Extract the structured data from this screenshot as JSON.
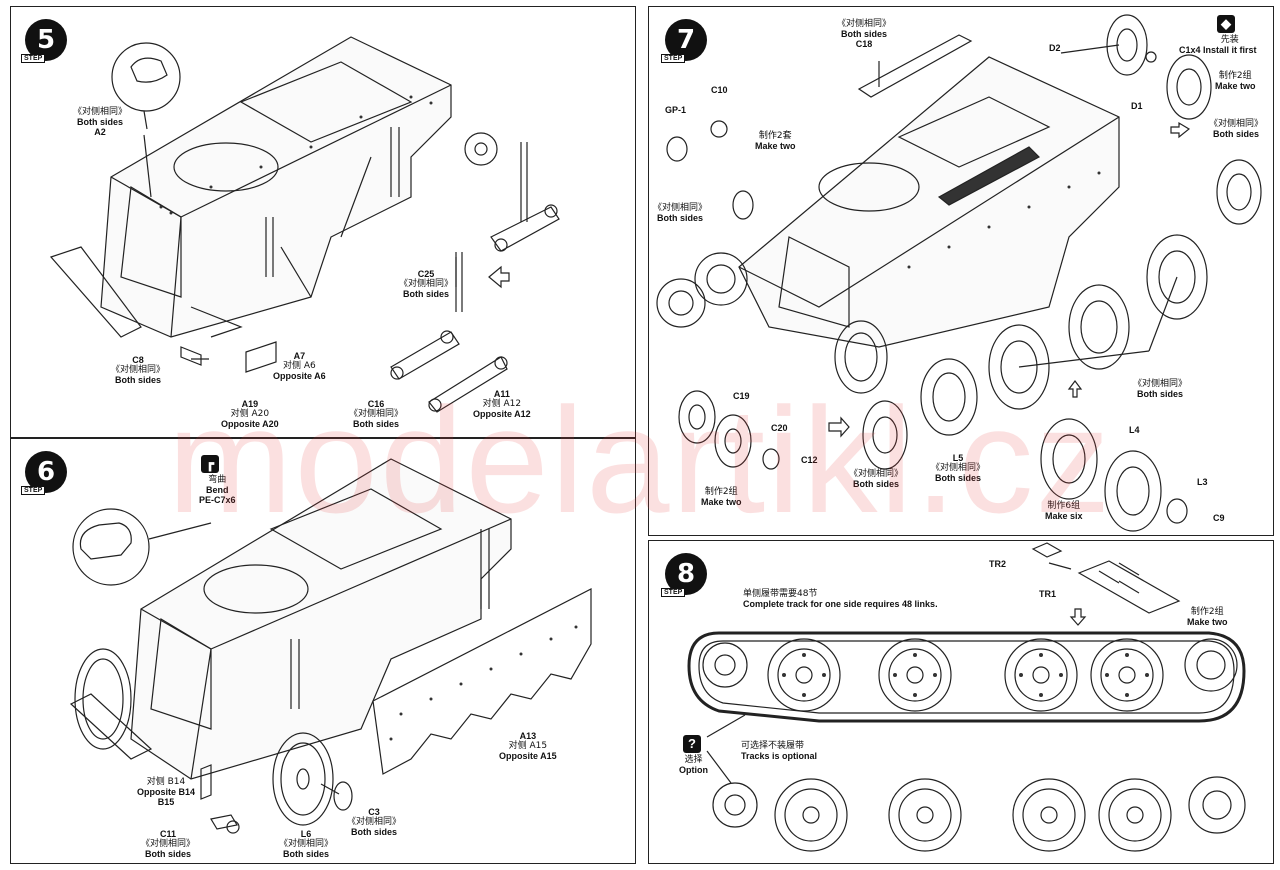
{
  "watermark": "modelartikl.cz",
  "step5": {
    "step_number": "5",
    "step_word": "STEP",
    "labels": {
      "both_sides_a2_zh": "《对侧相同》",
      "both_sides_a2_en": "Both sides",
      "a2": "A2",
      "c25": "C25",
      "c25_zh": "《对侧相同》",
      "c25_en": "Both sides",
      "c8": "C8",
      "c8_zh": "《对侧相同》",
      "c8_en": "Both sides",
      "a7": "A7",
      "a7_zh": "对侧 A6",
      "a7_en": "Opposite A6",
      "a19": "A19",
      "a19_zh": "对侧 A20",
      "a19_en": "Opposite A20",
      "c16": "C16",
      "c16_zh": "《对侧相同》",
      "c16_en": "Both sides",
      "a11": "A11",
      "a11_zh": "对侧 A12",
      "a11_en": "Opposite A12"
    }
  },
  "step6": {
    "step_number": "6",
    "step_word": "STEP",
    "labels": {
      "bend_zh": "弯曲",
      "bend_en": "Bend",
      "pe": "PE-C7x6",
      "a13": "A13",
      "a13_zh": "对侧 A15",
      "a13_en": "Opposite A15",
      "b14_zh": "对侧 B14",
      "b14_en": "Opposite B14",
      "b15": "B15",
      "c11": "C11",
      "c11_zh": "《对侧相同》",
      "c11_en": "Both sides",
      "l6": "L6",
      "l6_zh": "《对侧相同》",
      "l6_en": "Both sides",
      "c3": "C3",
      "c3_zh": "《对侧相同》",
      "c3_en": "Both sides"
    }
  },
  "step7": {
    "step_number": "7",
    "step_word": "STEP",
    "labels": {
      "c18_zh": "《对侧相同》",
      "c18_en": "Both sides",
      "c18": "C18",
      "first_zh": "先装",
      "first_en": "Install it first",
      "d2": "D2",
      "c1x4": "C1x4",
      "make_two_zh": "制作2组",
      "make_two_en": "Make two",
      "d1": "D1",
      "right_both_zh": "《对侧相同》",
      "right_both_en": "Both sides",
      "gp1": "GP-1",
      "c10": "C10",
      "make2set_zh": "制作2套",
      "make2set_en": "Make two",
      "left_both_zh": "《对侧相同》",
      "left_both_en": "Both sides",
      "c19": "C19",
      "c20": "C20",
      "c12": "C12",
      "make_two_b_zh": "制作2组",
      "make_two_b_en": "Make two",
      "mid_both_zh": "《对侧相同》",
      "mid_both_en": "Both sides",
      "l5": "L5",
      "l5_zh": "《对侧相同》",
      "l5_en": "Both sides",
      "l4": "L4",
      "l3": "L3",
      "c9": "C9",
      "make_six_zh": "制作6组",
      "make_six_en": "Make six",
      "wheels_both_zh": "《对侧相同》",
      "wheels_both_en": "Both sides"
    }
  },
  "step8": {
    "step_number": "8",
    "step_word": "STEP",
    "labels": {
      "track_zh": "单侧履带需要48节",
      "track_en": "Complete track for one side requires 48 links.",
      "tr2": "TR2",
      "tr1": "TR1",
      "make_two_zh": "制作2组",
      "make_two_en": "Make two",
      "option_icon": "?",
      "option_zh": "选择",
      "option_en": "Option",
      "optional_zh": "可选择不装履带",
      "optional_en": "Tracks is optional"
    }
  }
}
